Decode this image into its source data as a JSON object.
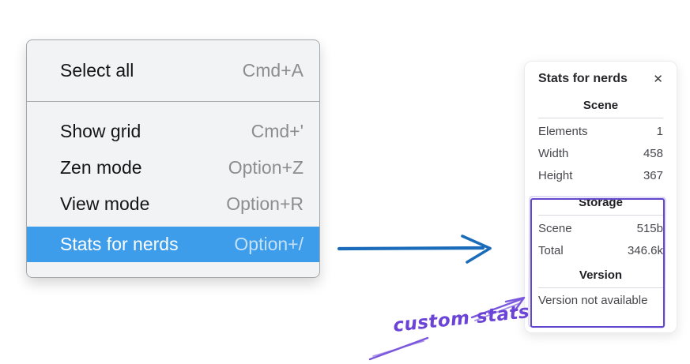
{
  "context_menu": {
    "items": [
      {
        "label": "Select all",
        "shortcut": "Cmd+A"
      },
      {
        "label": "Show grid",
        "shortcut": "Cmd+'"
      },
      {
        "label": "Zen mode",
        "shortcut": "Option+Z"
      },
      {
        "label": "View mode",
        "shortcut": "Option+R"
      },
      {
        "label": "Stats for nerds",
        "shortcut": "Option+/",
        "highlighted": true
      }
    ],
    "highlight_color": "#3d9deb"
  },
  "stats_panel": {
    "title": "Stats for nerds",
    "close_icon": "✕",
    "scene_section": {
      "header": "Scene",
      "rows": [
        {
          "label": "Elements",
          "value": "1"
        },
        {
          "label": "Width",
          "value": "458"
        },
        {
          "label": "Height",
          "value": "367"
        }
      ]
    },
    "storage_section": {
      "header": "Storage",
      "rows": [
        {
          "label": "Scene",
          "value": "515b"
        },
        {
          "label": "Total",
          "value": "346.6k"
        }
      ]
    },
    "version_section": {
      "header": "Version",
      "message": "Version not available"
    }
  },
  "annotations": {
    "label": "custom stats",
    "purple_color": "#6347cd",
    "arrow_blue_color": "#1a6cba"
  }
}
